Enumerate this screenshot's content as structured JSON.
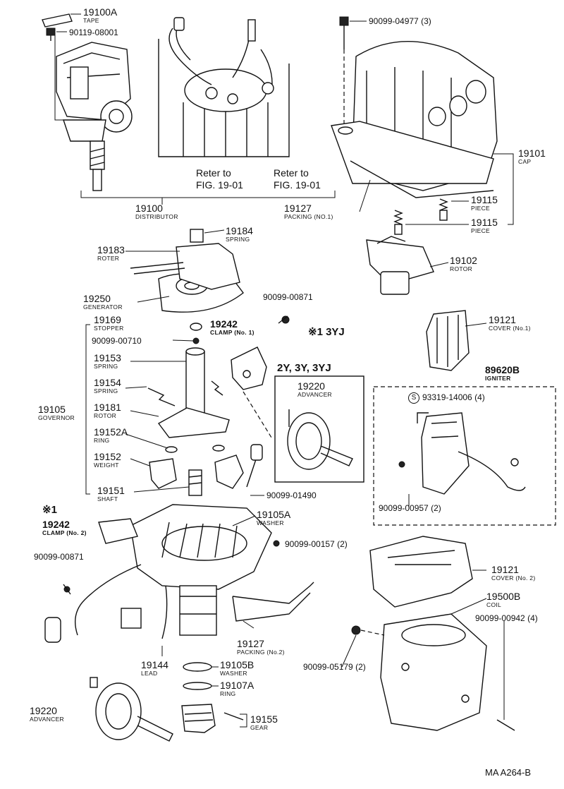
{
  "labels": {
    "l19100A": {
      "num": "19100A",
      "sub": "TAPE"
    },
    "l90119": {
      "num": "90119-08001"
    },
    "ref1": {
      "a": "Reter to",
      "b": "FIG. 19-01"
    },
    "ref2": {
      "a": "Reter to",
      "b": "FIG. 19-01"
    },
    "l19100": {
      "num": "19100",
      "sub": "DISTRIBUTOR"
    },
    "l90099_04977": {
      "num": "90099-04977 (3)"
    },
    "l19101": {
      "num": "19101",
      "sub": "CAP"
    },
    "l19115a": {
      "num": "19115",
      "sub": "PIECE"
    },
    "l19115b": {
      "num": "19115",
      "sub": "PIECE"
    },
    "l19127a": {
      "num": "19127",
      "sub": "PACKING (NO.1)"
    },
    "l19184": {
      "num": "19184",
      "sub": "SPRING"
    },
    "l19183": {
      "num": "19183",
      "sub": "ROTER"
    },
    "l19102": {
      "num": "19102",
      "sub": "ROTOR"
    },
    "l19250": {
      "num": "19250",
      "sub": "GENERATOR"
    },
    "l90099_00871a": {
      "num": "90099-00871"
    },
    "l19169": {
      "num": "19169",
      "sub": "STOPPER"
    },
    "l19242a": {
      "num": "19242",
      "sub": "CLAMP (No. 1)"
    },
    "note3yj": "※1 3YJ",
    "l90099_00710": {
      "num": "90099-00710"
    },
    "l19121a": {
      "num": "19121",
      "sub": "COVER (No.1)"
    },
    "l19153": {
      "num": "19153",
      "sub": "SPRING"
    },
    "sect2y": "2Y, 3Y, 3YJ",
    "l89620B": {
      "num": "89620B",
      "sub": "IGNITER"
    },
    "l19154": {
      "num": "19154",
      "sub": "SPRING"
    },
    "l19220a": {
      "num": "19220",
      "sub": "ADVANCER"
    },
    "l93319": {
      "num": "93319-14006 (4)",
      "mark": "S"
    },
    "l19105": {
      "num": "19105",
      "sub": "GOVERNOR"
    },
    "l19181": {
      "num": "19181",
      "sub": "ROTOR"
    },
    "l19152A": {
      "num": "19152A",
      "sub": "RING"
    },
    "l19152": {
      "num": "19152",
      "sub": "WEIGHT"
    },
    "l19151": {
      "num": "19151",
      "sub": "SHAFT"
    },
    "l90099_01490": {
      "num": "90099-01490"
    },
    "l90099_00957": {
      "num": "90099-00957 (2)"
    },
    "note1": "※1",
    "l19242b": {
      "num": "19242",
      "sub": "CLAMP (No. 2)"
    },
    "l19105A": {
      "num": "19105A",
      "sub": "WASHER"
    },
    "l90099_00157": {
      "num": "90099-00157 (2)"
    },
    "l90099_00871b": {
      "num": "90099-00871"
    },
    "l19121b": {
      "num": "19121",
      "sub": "COVER (No. 2)"
    },
    "l19500B": {
      "num": "19500B",
      "sub": "COIL"
    },
    "l90099_00942": {
      "num": "90099-00942 (4)"
    },
    "l19127b": {
      "num": "19127",
      "sub": "PACKING (No.2)"
    },
    "l90099_05179": {
      "num": "90099-05179 (2)"
    },
    "l19144": {
      "num": "19144",
      "sub": "LEAD"
    },
    "l19105B": {
      "num": "19105B",
      "sub": "WASHER"
    },
    "l19107A": {
      "num": "19107A",
      "sub": "RING"
    },
    "l19220b": {
      "num": "19220",
      "sub": "ADVANCER"
    },
    "l19155": {
      "num": "19155",
      "sub": "GEAR"
    },
    "footer": "MA  A264-B"
  }
}
